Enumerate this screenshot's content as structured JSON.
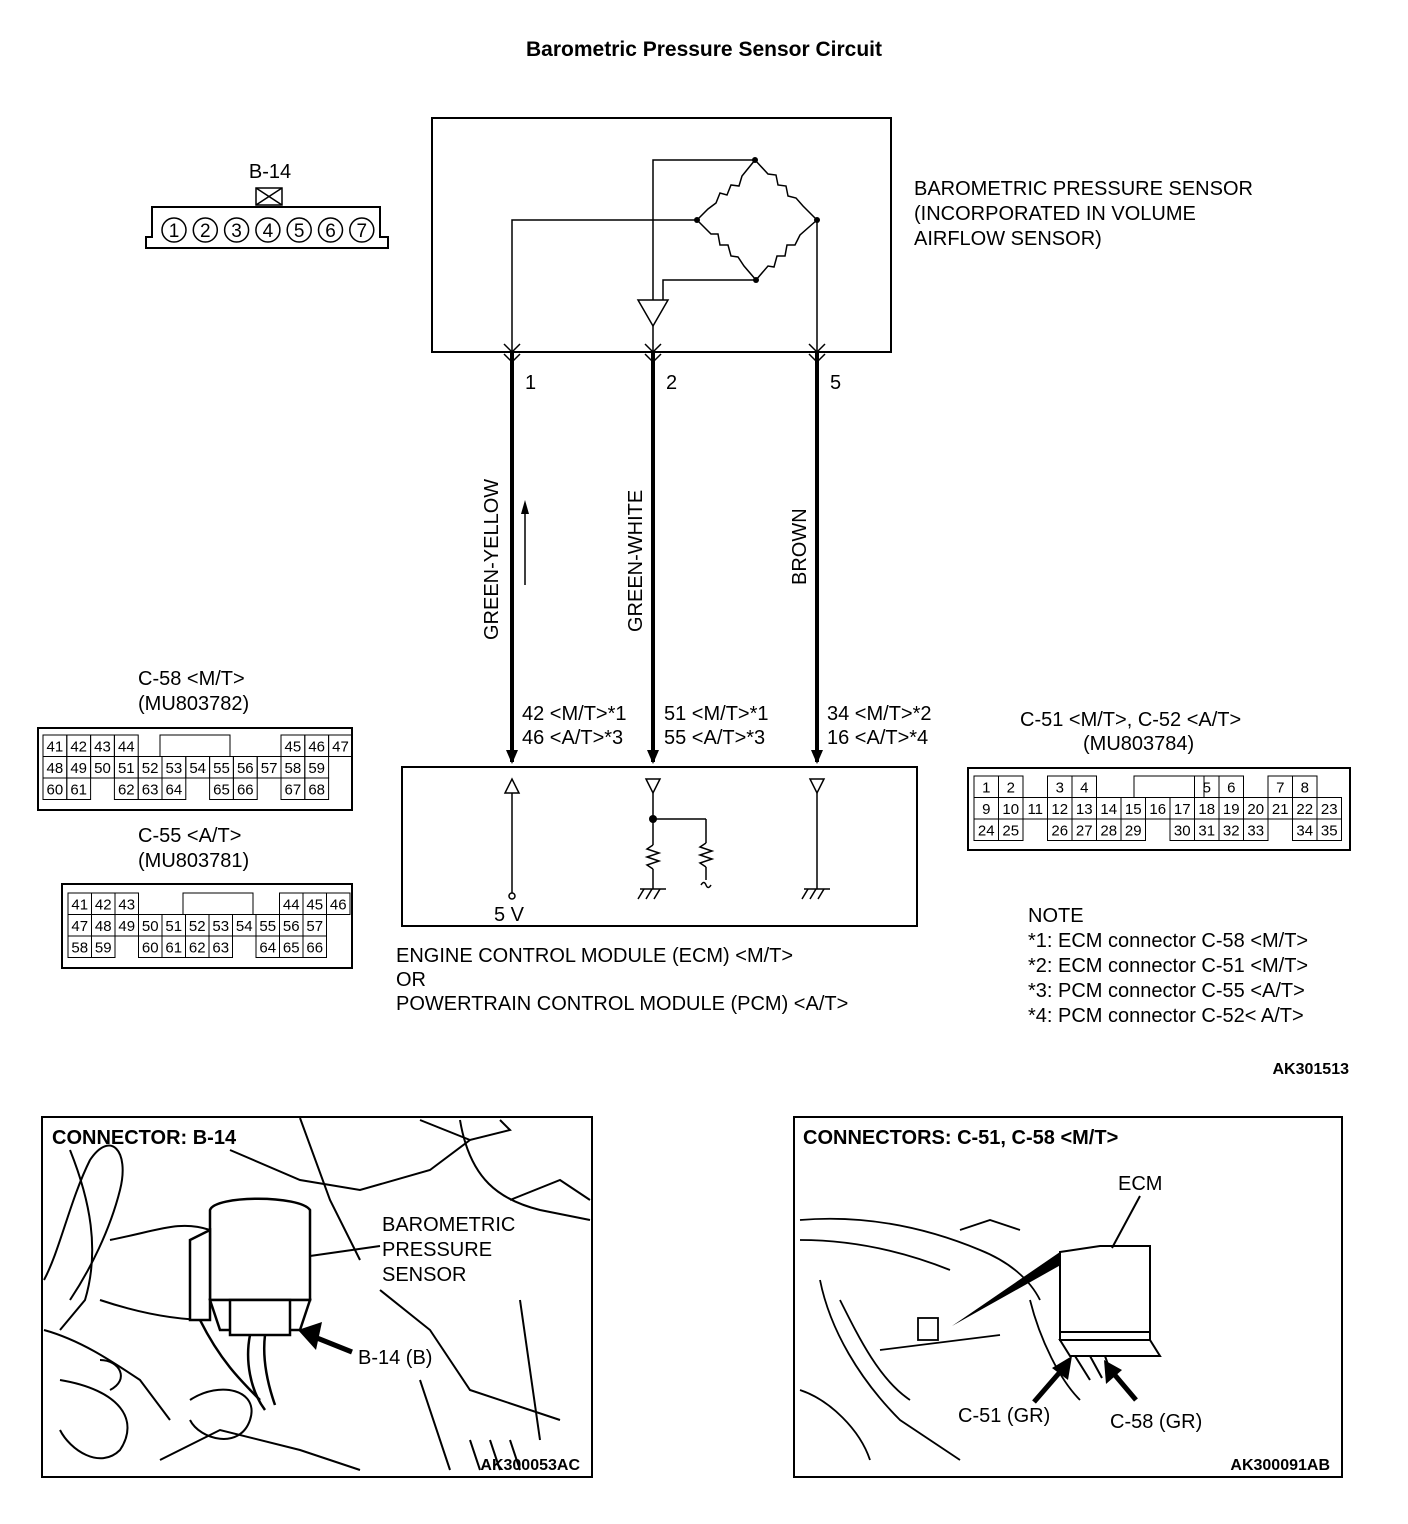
{
  "title": "Barometric Pressure Sensor Circuit",
  "sensor": {
    "lines": [
      "BAROMETRIC PRESSURE SENSOR",
      "(INCORPORATED IN VOLUME",
      "AIRFLOW SENSOR)"
    ]
  },
  "connector_b14": {
    "label": "B-14",
    "pins": [
      "1",
      "2",
      "3",
      "4",
      "5",
      "6",
      "7"
    ]
  },
  "terminals": [
    "1",
    "2",
    "5"
  ],
  "wires": [
    "GREEN-YELLOW",
    "GREEN-WHITE",
    "BROWN"
  ],
  "ecm_pins": [
    [
      "42 <M/T>*1",
      "46 <A/T>*3"
    ],
    [
      "51 <M/T>*1",
      "55 <A/T>*3"
    ],
    [
      "34 <M/T>*2",
      "16 <A/T>*4"
    ]
  ],
  "voltage_label": "5 V",
  "module": {
    "lines": [
      "ENGINE CONTROL MODULE (ECM) <M/T>",
      "OR",
      "POWERTRAIN CONTROL MODULE (PCM) <A/T>"
    ]
  },
  "c58": {
    "title": "C-58 <M/T>",
    "part": "(MU803782)",
    "rows": [
      [
        "41",
        "42",
        "43",
        "44",
        "",
        "",
        "",
        "",
        "",
        "",
        "45",
        "46",
        "47"
      ],
      [
        "48",
        "49",
        "50",
        "51",
        "52",
        "53",
        "54",
        "55",
        "56",
        "57",
        "58",
        "59"
      ],
      [
        "60",
        "61",
        "",
        "62",
        "63",
        "64",
        "",
        "65",
        "66",
        "",
        "67",
        "68"
      ]
    ]
  },
  "c55": {
    "title": "C-55 <A/T>",
    "part": "(MU803781)",
    "rows": [
      [
        "41",
        "42",
        "43",
        "",
        "",
        "",
        "",
        "",
        "",
        "44",
        "45",
        "46"
      ],
      [
        "47",
        "48",
        "49",
        "50",
        "51",
        "52",
        "53",
        "54",
        "55",
        "56",
        "57"
      ],
      [
        "58",
        "59",
        "",
        "60",
        "61",
        "62",
        "63",
        "",
        "64",
        "65",
        "66"
      ]
    ]
  },
  "c51": {
    "title": "C-51 <M/T>, C-52 <A/T>",
    "part": "(MU803784)",
    "rows": [
      [
        "1",
        "2",
        "",
        "3",
        "4",
        "",
        "",
        "",
        "",
        "5",
        "6",
        "",
        "7",
        "8"
      ],
      [
        "9",
        "10",
        "11",
        "12",
        "13",
        "14",
        "15",
        "16",
        "17",
        "18",
        "19",
        "20",
        "21",
        "22",
        "23"
      ],
      [
        "24",
        "25",
        "",
        "26",
        "27",
        "28",
        "29",
        "",
        "30",
        "31",
        "32",
        "33",
        "",
        "34",
        "35"
      ]
    ]
  },
  "note": {
    "heading": "NOTE",
    "items": [
      "*1: ECM connector C-58 <M/T>",
      "*2: ECM connector C-51 <M/T>",
      "*3: PCM connector C-55 <A/T>",
      "*4: PCM connector C-52< A/T>"
    ]
  },
  "code_top": "AK301513",
  "panel_left": {
    "heading": "CONNECTOR: B-14",
    "sensor_lines": [
      "BAROMETRIC",
      "PRESSURE",
      "SENSOR"
    ],
    "pointer": "B-14 (B)",
    "code": "AK300053AC"
  },
  "panel_right": {
    "heading": "CONNECTORS: C-51, C-58 <M/T>",
    "ecm": "ECM",
    "c51_label": "C-51 (GR)",
    "c58_label": "C-58 (GR)",
    "code": "AK300091AB"
  }
}
